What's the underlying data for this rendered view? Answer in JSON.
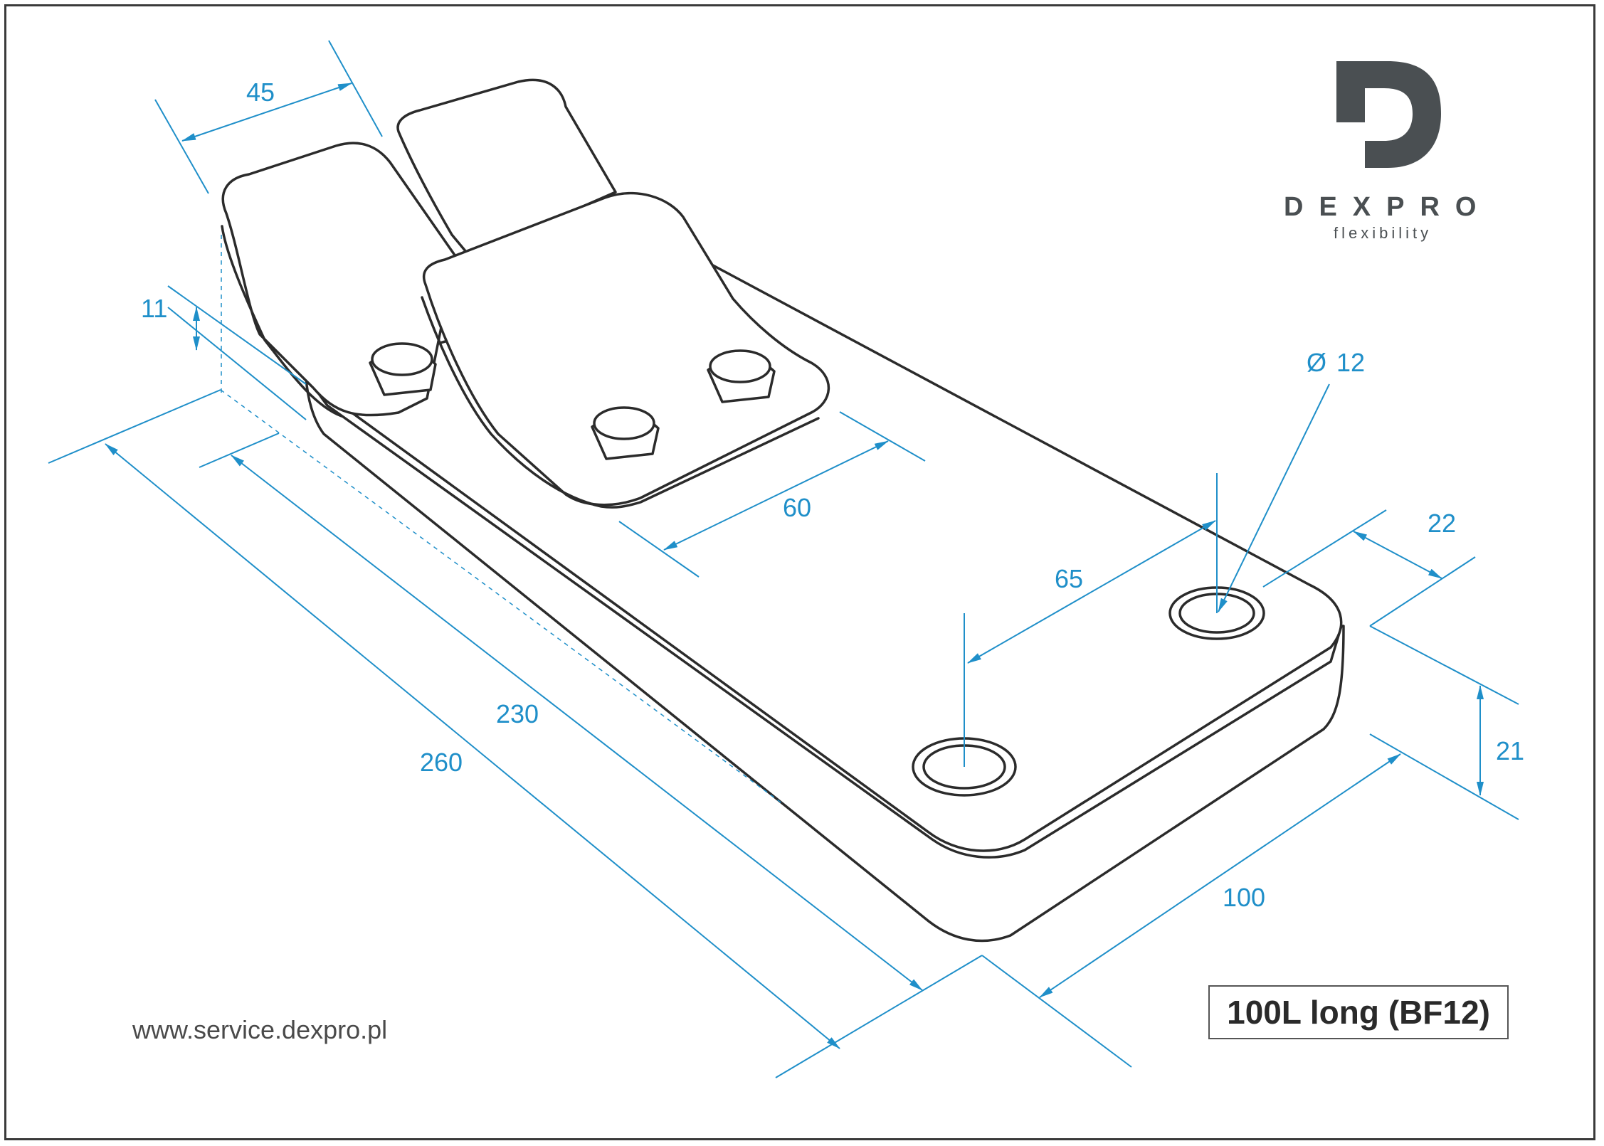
{
  "brand": {
    "logo_glyph": "D",
    "name": "DEXPRO",
    "tagline": "flexibility",
    "color": "#4a4f52"
  },
  "website": "www.service.dexpro.pl",
  "model_label": "100L long (BF12)",
  "dimensions": {
    "pedal_width": "45",
    "pedal_thickness": "11",
    "bolt_spacing": "60",
    "hole_spacing": "65",
    "hole_diameter_symbol": "Ø",
    "hole_diameter": "12",
    "hole_edge_offset": "22",
    "base_thickness": "21",
    "base_width": "100",
    "inner_length": "230",
    "total_length": "260"
  },
  "colors": {
    "dimension": "#1f8fc9",
    "outline": "#2b2b2b",
    "frame": "#3a3a3a"
  }
}
